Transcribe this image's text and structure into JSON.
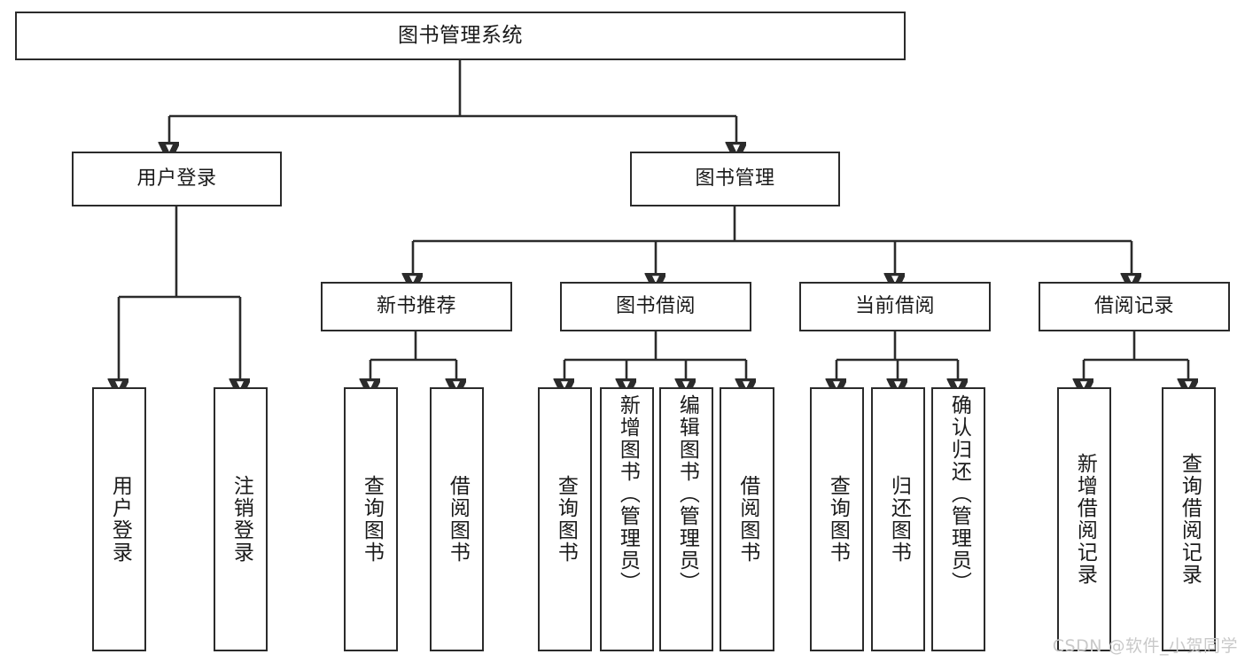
{
  "diagram": {
    "title": "图书管理系统",
    "type": "tree-hierarchy-diagram",
    "watermark": "CSDN @软件_小贺同学",
    "colors": {
      "stroke": "#2b2b2b",
      "fill": "#ffffff",
      "text": "#1a1a1a",
      "watermark": "#c9c9c9"
    }
  },
  "nodes": {
    "root": {
      "label": "图书管理系统"
    },
    "level2": [
      {
        "label": "用户登录"
      },
      {
        "label": "图书管理"
      }
    ],
    "level3": [
      {
        "label": "新书推荐"
      },
      {
        "label": "图书借阅"
      },
      {
        "label": "当前借阅"
      },
      {
        "label": "借阅记录"
      }
    ],
    "leaves": {
      "user_login": [
        {
          "label": "用户登录"
        },
        {
          "label": "注销登录"
        }
      ],
      "new_book_recommend": [
        {
          "label": "查询图书"
        },
        {
          "label": "借阅图书"
        }
      ],
      "book_borrow": [
        {
          "label": "查询图书"
        },
        {
          "label": "新增图书（管理员）"
        },
        {
          "label": "编辑图书（管理员）"
        },
        {
          "label": "借阅图书"
        }
      ],
      "current_borrow": [
        {
          "label": "查询图书"
        },
        {
          "label": "归还图书"
        },
        {
          "label": "确认归还（管理员）"
        }
      ],
      "borrow_record": [
        {
          "label": "新增借阅记录"
        },
        {
          "label": "查询借阅记录"
        }
      ]
    }
  }
}
